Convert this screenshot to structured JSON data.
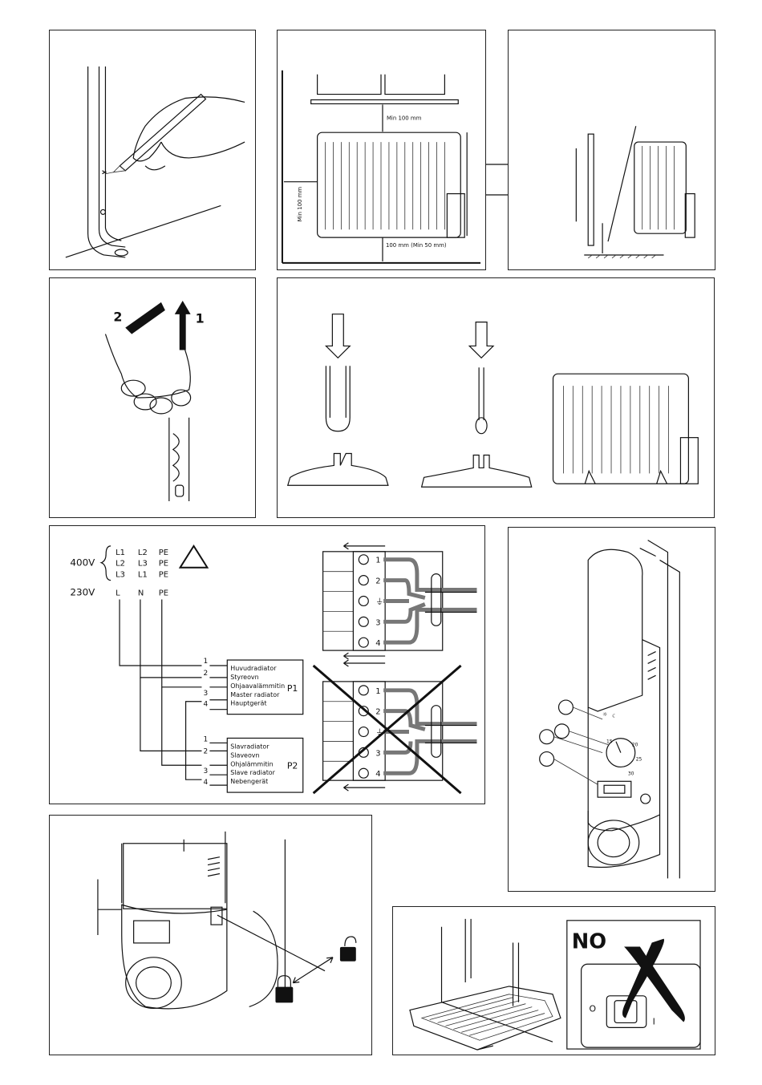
{
  "panel_distance": {
    "min_top": "Min 100 mm",
    "min_side": "Min 100 mm",
    "bottom": "100 mm (Min 50 mm)"
  },
  "panel_lift": {
    "step1": "1",
    "step2": "2"
  },
  "wiring": {
    "v400": "400V",
    "v230": "230V",
    "rows": [
      [
        "L1",
        "L2",
        "PE"
      ],
      [
        "L2",
        "L3",
        "PE"
      ],
      [
        "L3",
        "L1",
        "PE"
      ]
    ],
    "row230": [
      "L",
      "N",
      "PE"
    ],
    "p1_label": "P1",
    "p2_label": "P2",
    "p1_lines": [
      "Huvudradiator",
      "Styreovn",
      "Ohjaavalämmitin",
      "Master radiator",
      "Hauptgerät"
    ],
    "p2_lines": [
      "Slavradiator",
      "Slaveovn",
      "Ohjalämmitin",
      "Slave radiator",
      "Nebengerät"
    ],
    "pin_numbers": [
      "1",
      "2",
      "3",
      "4"
    ],
    "terminal_top": [
      "1",
      "2",
      "⏚",
      "3",
      "4"
    ],
    "terminal_bottom": [
      "1",
      "2",
      "⏚",
      "3",
      "4"
    ]
  },
  "control": {
    "dial_marks": [
      "15",
      "20",
      "25",
      "30"
    ],
    "mode_marks": [
      "☼",
      "☾"
    ]
  },
  "no_panel": {
    "no_text": "NO",
    "switch_off": "O",
    "switch_on": "I"
  }
}
